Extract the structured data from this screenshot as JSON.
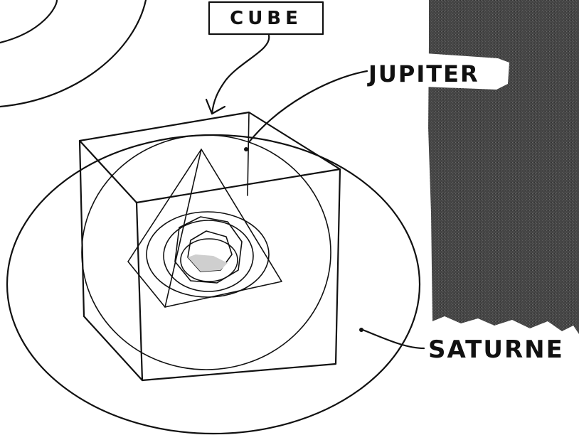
{
  "labels": {
    "cube": "CUBE",
    "jupiter": "JUPITER",
    "saturne": "SATURNE"
  },
  "colors": {
    "ink": "#111111",
    "paper": "#ffffff",
    "shadow_band": "#4a4a4a"
  }
}
